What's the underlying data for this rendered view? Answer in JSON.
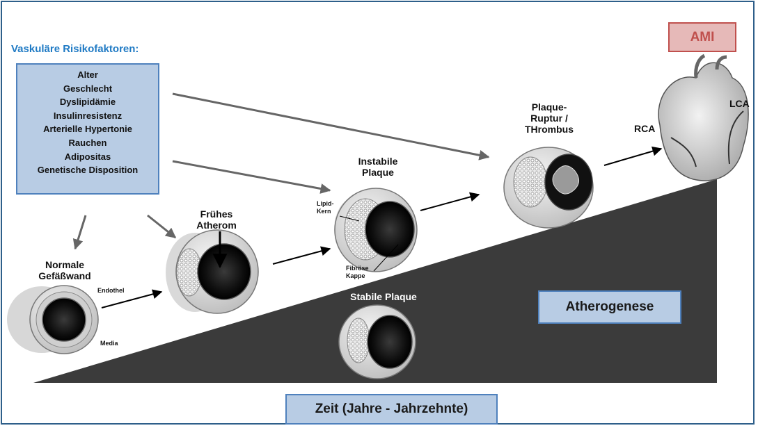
{
  "risk_factors": {
    "heading": "Vaskuläre Risikofaktoren:",
    "items": [
      "Alter",
      "Geschlecht",
      "Dyslipidämie",
      "Insulinresistenz",
      "Arterielle Hypertonie",
      "Rauchen",
      "Adipositas",
      "Genetische Disposition"
    ]
  },
  "outcome": {
    "label": "AMI"
  },
  "process": {
    "label": "Atherogenese"
  },
  "time_axis": {
    "label": "Zeit (Jahre - Jahrzehnte)"
  },
  "stages": {
    "normal": {
      "title": "Normale\nGefäßwand",
      "endothel": "Endothel",
      "media": "Media"
    },
    "early": {
      "title": "Frühes\nAtherom"
    },
    "unstable": {
      "title": "Instabile\nPlaque",
      "lipid_core": "Lipid-\nKern",
      "fibrous_cap": "Fibröse\nKappe"
    },
    "rupture": {
      "title": "Plaque-\nRuptur /\nTHrombus"
    },
    "stable": {
      "title": "Stabile Plaque"
    }
  },
  "heart": {
    "rca": "RCA",
    "lca": "LCA"
  },
  "colors": {
    "frame": "#2e5f8a",
    "heading": "#1f7ac4",
    "box_fill": "#b8cce4",
    "box_border": "#4f81bd",
    "ami_fill": "#e6b9b8",
    "ami_text": "#c0504d",
    "wedge": "#3b3b3b",
    "arrow_grey": "#666666"
  }
}
